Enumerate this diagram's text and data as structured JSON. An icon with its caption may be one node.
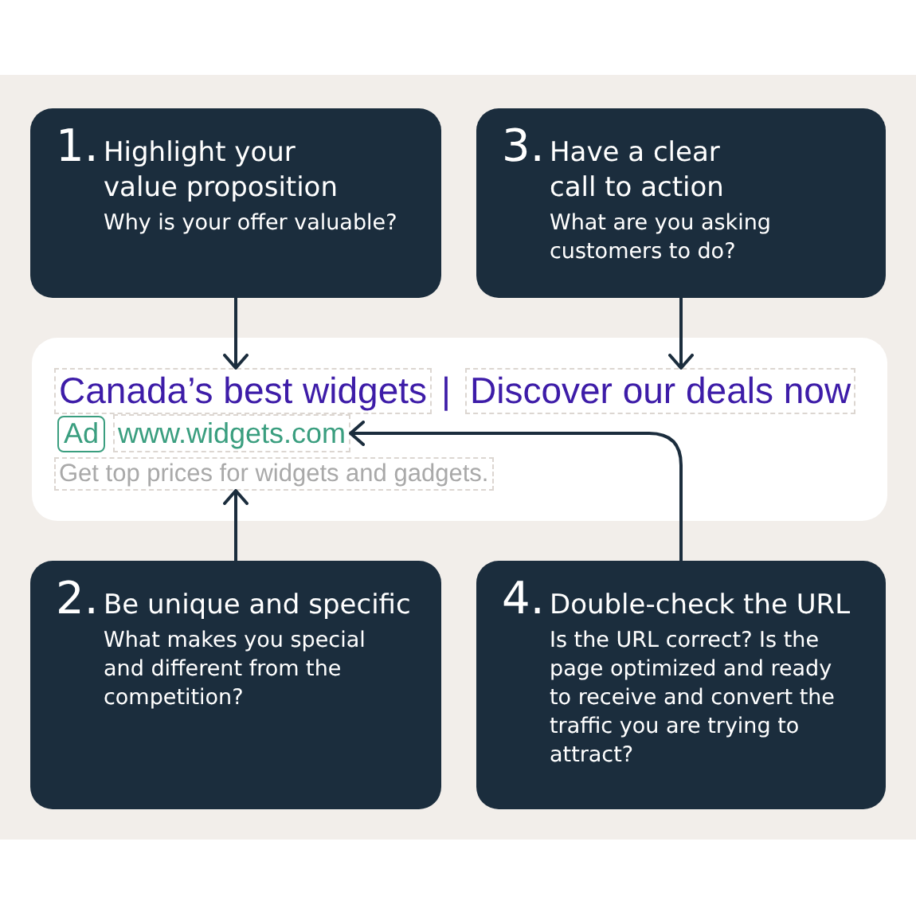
{
  "diagram": {
    "nodes": [
      {
        "text": [
          "1.",
          "Highlight your value proposition",
          "Why is your offer valuable?"
        ]
      },
      {
        "text": [
          "3.",
          "Have a clear call to action",
          "What are you asking customers to do?"
        ]
      },
      {
        "text": [],
        "shape": "box"
      },
      {
        "text": [
          "Canada’s best widgets"
        ],
        "in": 2
      },
      {
        "text": [
          "Discover our deals now"
        ],
        "in": 2
      },
      {
        "text": [
          "Ad"
        ],
        "in": 2
      },
      {
        "text": [
          "www.widgets.com"
        ],
        "in": 2
      },
      {
        "text": [
          "Get top prices for widgets and gadgets."
        ],
        "in": 2
      },
      {
        "text": [
          "2.",
          "Be unique and specific",
          "What makes you special and different from the competition?"
        ]
      },
      {
        "text": [
          "4.",
          "Double-check the URL",
          "Is the URL correct? Is the page optimized and ready to receive and convert the traffic you are trying to attract?"
        ]
      }
    ],
    "edges": [
      {
        "from": 0,
        "to": 3,
        "arrow": "to"
      },
      {
        "from": 1,
        "to": 4,
        "arrow": "to"
      },
      {
        "from": 8,
        "to": 7,
        "arrow": "to"
      },
      {
        "from": 9,
        "to": 6,
        "arrow": "to"
      }
    ],
    "labels": [
      "|"
    ]
  }
}
